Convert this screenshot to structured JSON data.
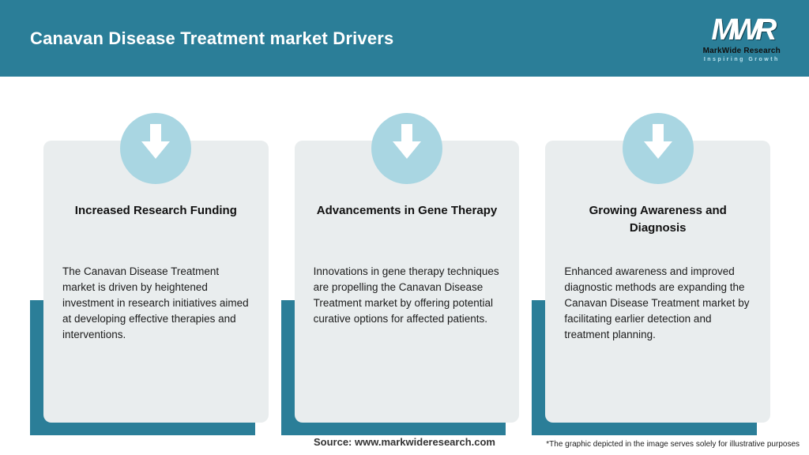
{
  "header": {
    "title": "Canavan Disease Treatment market Drivers",
    "bg_color": "#2b7e98",
    "logo": {
      "acronym": "MWR",
      "name": "MarkWide Research",
      "tagline": "Inspiring Growth"
    }
  },
  "cards": [
    {
      "icon": "arrow-down-icon",
      "title": "Increased Research Funding",
      "body": "The Canavan Disease Treatment market is driven by heightened investment in research initiatives aimed at developing effective therapies and interventions."
    },
    {
      "icon": "arrow-down-icon",
      "title": "Advancements in Gene Therapy",
      "body": "Innovations in gene therapy techniques are propelling the Canavan Disease Treatment market by offering potential curative options for affected patients."
    },
    {
      "icon": "arrow-down-icon",
      "title": "Growing Awareness and Diagnosis",
      "body": "Enhanced awareness and improved diagnostic methods are expanding the Canavan Disease Treatment market by facilitating earlier detection and treatment planning."
    }
  ],
  "footer": {
    "source": "Source: www.markwideresearch.com",
    "disclaimer": "*The graphic depicted in the image serves solely for illustrative purposes"
  },
  "colors": {
    "accent_teal": "#2b7e98",
    "circle_blue": "#a9d6e2",
    "card_gray": "#e9edee"
  }
}
